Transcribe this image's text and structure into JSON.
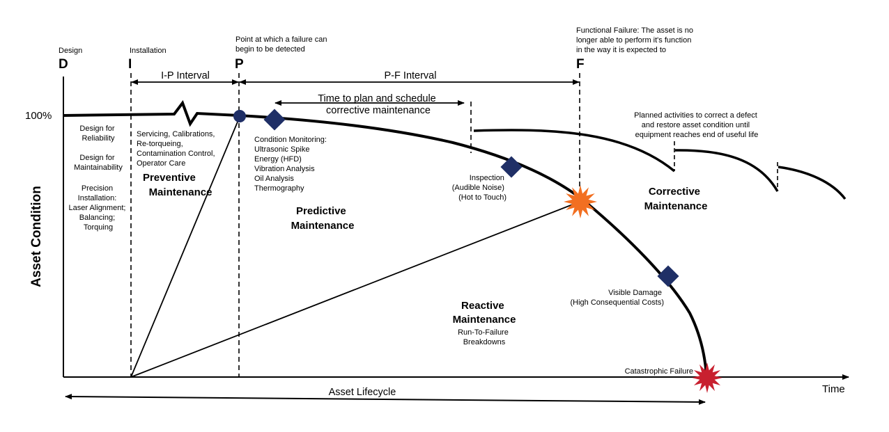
{
  "title": "P-F Curve: Asset Condition over Asset Lifecycle",
  "axes": {
    "y_label": "Asset Condition",
    "y_tick": "100%",
    "x_label": "Time",
    "lifecycle_label": "Asset Lifecycle"
  },
  "milestones": [
    {
      "letter": "D",
      "caption": "Design"
    },
    {
      "letter": "I",
      "caption": "Installation"
    },
    {
      "letter": "P",
      "caption_lines": [
        "Point at which a failure can",
        "begin to be detected"
      ]
    },
    {
      "letter": "F",
      "caption_lines": [
        "Functional Failure: The asset is no",
        "longer able to perform it's function",
        "in the way it is expected to"
      ]
    }
  ],
  "intervals": {
    "ip": "I-P Interval",
    "pf": "P-F Interval",
    "plan_lines": [
      "Time to plan and schedule",
      "corrective maintenance"
    ]
  },
  "design_notes": [
    [
      "Design for",
      "Reliability"
    ],
    [
      "Design for",
      "Maintainability"
    ],
    [
      "Precision",
      "Installation:",
      "Laser Alignment;",
      "Balancing;",
      "Torquing"
    ]
  ],
  "preventive": {
    "activities": [
      "Servicing, Calibrations,",
      "Re-torqueing,",
      "Contamination Control,",
      "Operator Care"
    ],
    "title_lines": [
      "Preventive",
      "Maintenance"
    ]
  },
  "predictive": {
    "condition_monitoring": [
      "Condition Monitoring:",
      "Ultrasonic Spike",
      "Energy (HFD)",
      "Vibration Analysis",
      "Oil Analysis",
      "Thermography"
    ],
    "title_lines": [
      "Predictive",
      "Maintenance"
    ]
  },
  "inspection": [
    "Inspection",
    "(Audible Noise)",
    "(Hot to Touch)"
  ],
  "visible_damage": [
    "Visible Damage",
    "(High Consequential Costs)"
  ],
  "catastrophic": "Catastrophic Failure",
  "reactive": {
    "title_lines": [
      "Reactive",
      "Maintenance"
    ],
    "sub_lines": [
      "Run-To-Failure",
      "Breakdowns"
    ]
  },
  "corrective": {
    "note_lines": [
      "Planned activities to correct a defect",
      "and restore asset condition until",
      "equipment reaches end of useful life"
    ],
    "title_lines": [
      "Corrective",
      "Maintenance"
    ]
  },
  "colors": {
    "marker_navy": "#1f2f66",
    "functional_failure_orange": "#f26f21",
    "catastrophic_red": "#c8202f",
    "line": "#000000"
  }
}
